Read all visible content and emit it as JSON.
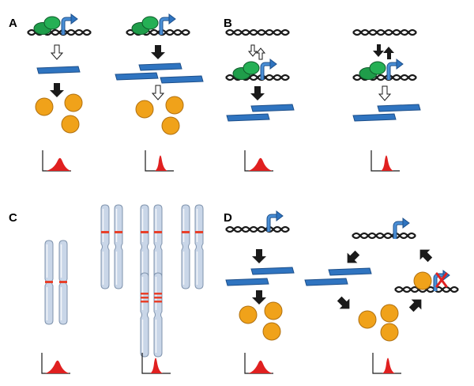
{
  "panels": [
    {
      "id": "A",
      "label": "A"
    },
    {
      "id": "B",
      "label": "B"
    },
    {
      "id": "C",
      "label": "C"
    },
    {
      "id": "D",
      "label": "D"
    }
  ],
  "colors": {
    "dna": "#1a1a1a",
    "mrna": "#2f74c0",
    "protein": "#f0a21a",
    "polymerase": "#1f9d4a",
    "promoter_arrow": "#2f74c0",
    "arrow_filled": "#1a1a1a",
    "arrow_hollow": "#ffffff",
    "distribution": "#e02020",
    "chromosome": "#c9d6e8",
    "chromosome_band": "#e8402a",
    "repressor_x": "#e02020"
  },
  "icons": [
    "dna-helix-icon",
    "rna-polymerase-icon",
    "promoter-arrow-icon",
    "mrna-bar-icon",
    "protein-circle-icon",
    "chromosome-icon",
    "distribution-plot-icon",
    "repression-x-icon"
  ]
}
